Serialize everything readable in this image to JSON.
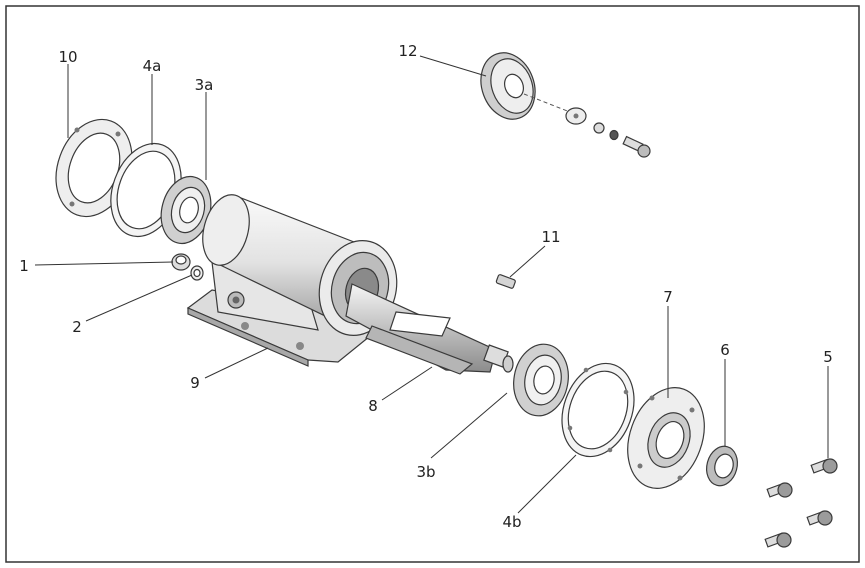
{
  "labels": {
    "p1": "1",
    "p2": "2",
    "p3a": "3a",
    "p3b": "3b",
    "p4a": "4a",
    "p4b": "4b",
    "p5": "5",
    "p6": "6",
    "p7": "7",
    "p8": "8",
    "p9": "9",
    "p10": "10",
    "p11": "11",
    "p12": "12"
  },
  "colors": {
    "frame": "#333333",
    "line": "#333333",
    "part_light": "#f2f2f2",
    "part_mid": "#d9d9d9",
    "part_dark": "#a6a6a6"
  }
}
